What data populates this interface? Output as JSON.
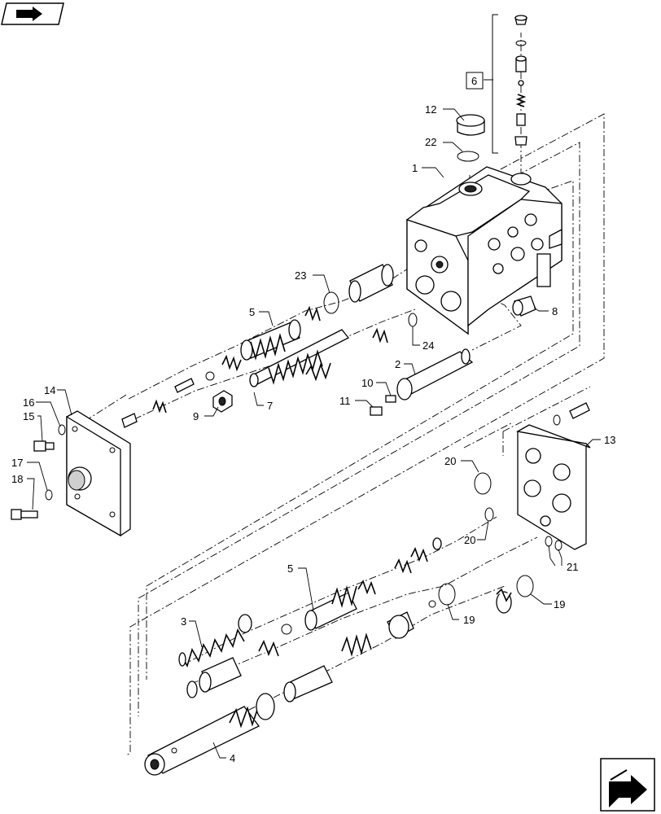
{
  "nav": {
    "previous_icon": "book-arrow-icon",
    "next_icon": "page-turn-arrow-icon"
  },
  "callouts": {
    "c1": "1",
    "c2": "2",
    "c3": "3",
    "c4": "4",
    "c5a": "5",
    "c5b": "5",
    "c6": "6",
    "c7": "7",
    "c8": "8",
    "c9": "9",
    "c10": "10",
    "c11": "11",
    "c12": "12",
    "c13": "13",
    "c14": "14",
    "c15": "15",
    "c16": "16",
    "c17": "17",
    "c18": "18",
    "c19a": "19",
    "c19b": "19",
    "c20a": "20",
    "c20b": "20",
    "c21": "21",
    "c22": "22",
    "c23": "23",
    "c24": "24"
  }
}
